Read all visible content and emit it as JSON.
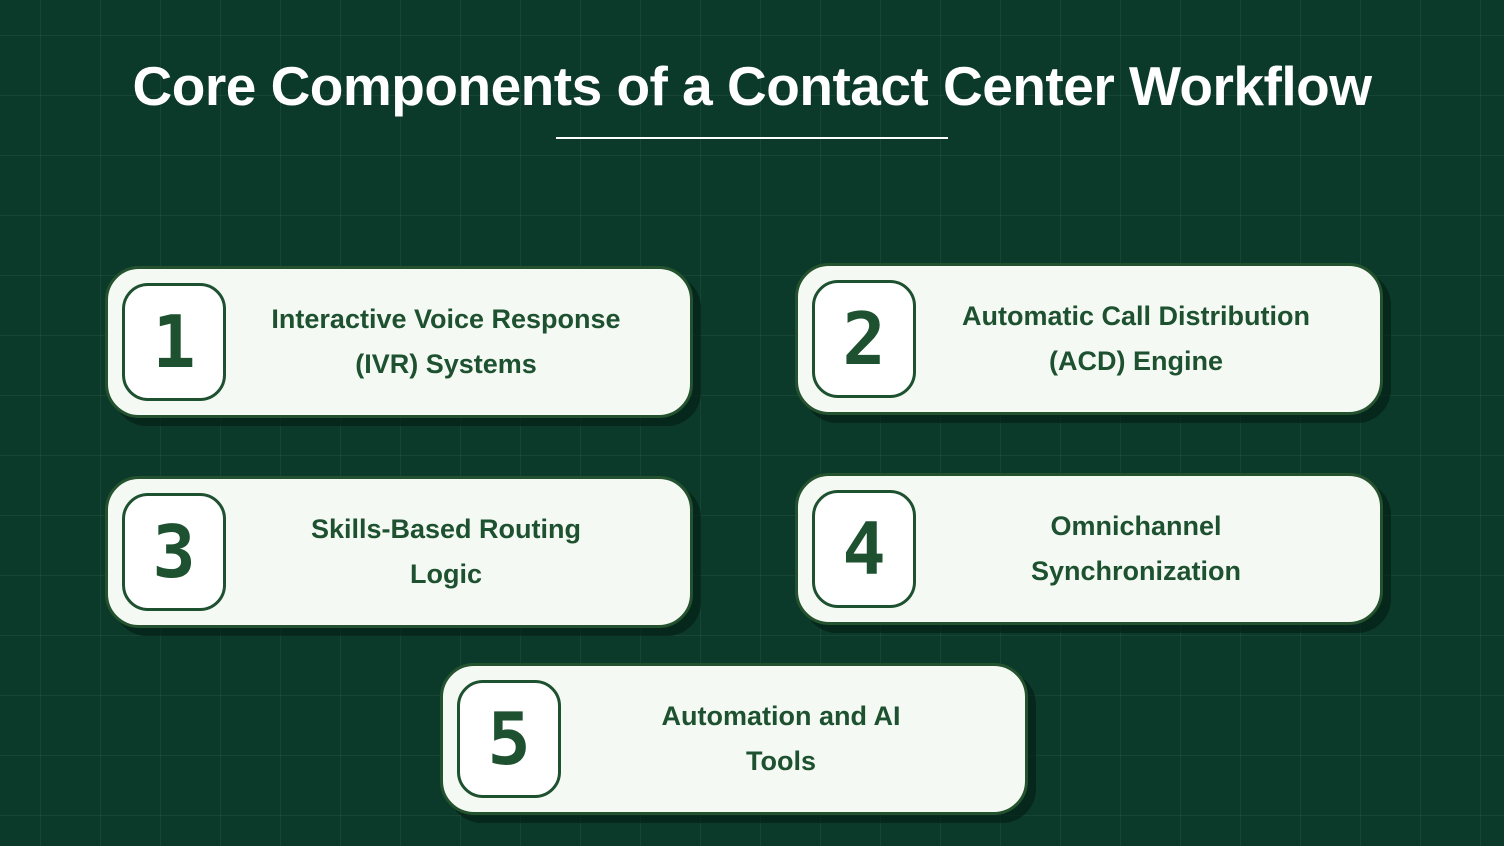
{
  "header": {
    "title": "Core Components of a Contact Center Workflow"
  },
  "colors": {
    "background": "#0c3a2a",
    "grid_line": "rgba(255,255,255,0.05)",
    "card_fill": "#f4f9f3",
    "card_border": "#24522f",
    "accent_green": "#1d5130",
    "title_text": "#ffffff"
  },
  "cards": [
    {
      "number": "1",
      "line1": "Interactive Voice Response",
      "line2": "(IVR) Systems"
    },
    {
      "number": "2",
      "line1": "Automatic Call Distribution",
      "line2": "(ACD) Engine"
    },
    {
      "number": "3",
      "line1": "Skills-Based Routing",
      "line2": "Logic"
    },
    {
      "number": "4",
      "line1": "Omnichannel",
      "line2": "Synchronization"
    },
    {
      "number": "5",
      "line1": "Automation and AI",
      "line2": "Tools"
    }
  ]
}
